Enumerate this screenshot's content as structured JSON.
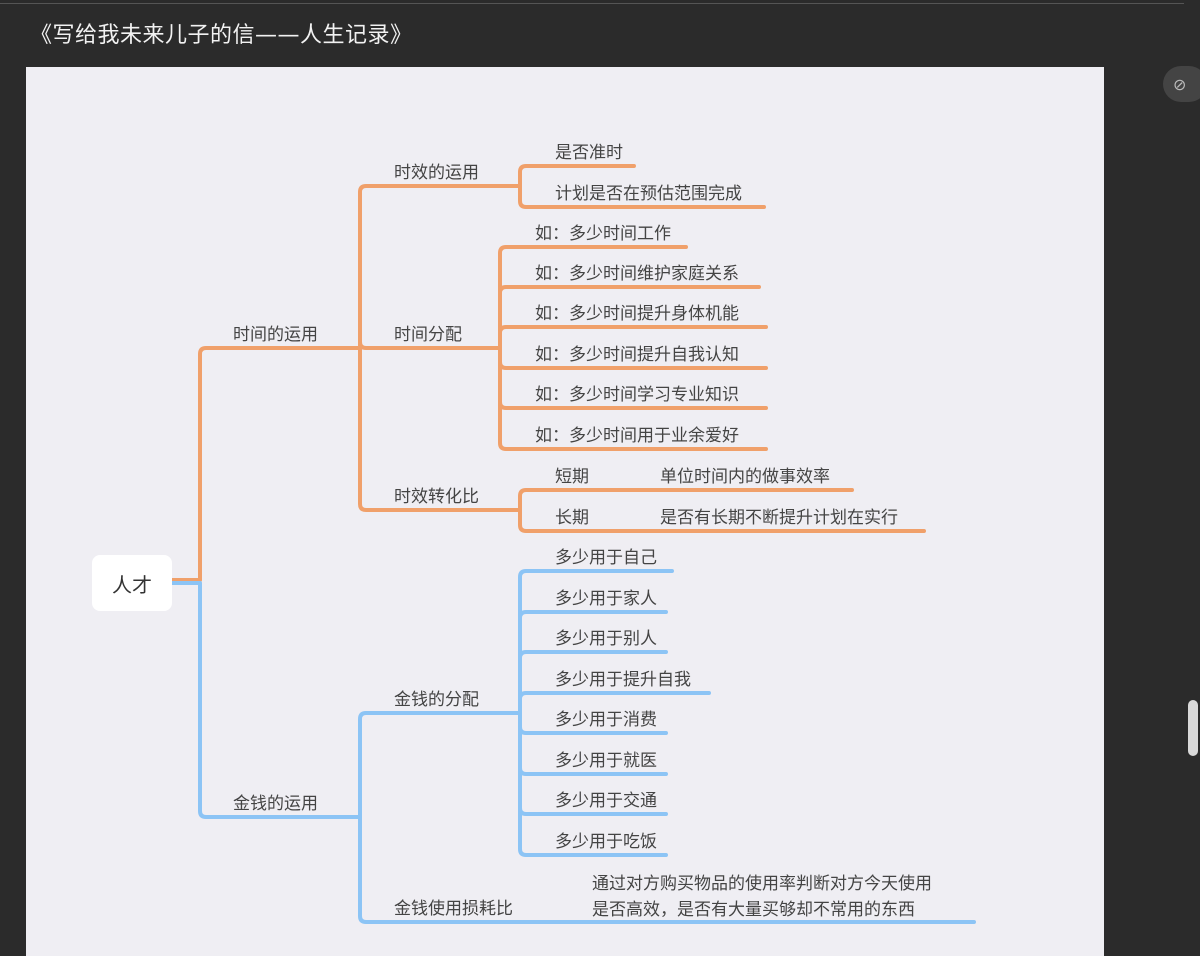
{
  "doc": {
    "title": "《写给我未来儿子的信——人生记录》"
  },
  "mindmap": {
    "root": "人才",
    "colors": {
      "time": "#f0a06a",
      "money": "#8cc4f5"
    },
    "time": {
      "label": "时间的运用",
      "effect": {
        "label": "时效的运用",
        "items": [
          "是否准时",
          "计划是否在预估范围完成"
        ]
      },
      "allocation": {
        "label": "时间分配",
        "items": [
          "如：多少时间工作",
          "如：多少时间维护家庭关系",
          "如：多少时间提升身体机能",
          "如：多少时间提升自我认知",
          "如：多少时间学习专业知识",
          "如：多少时间用于业余爱好"
        ]
      },
      "conversion": {
        "label": "时效转化比",
        "items": [
          {
            "term": "短期",
            "desc": "单位时间内的做事效率"
          },
          {
            "term": "长期",
            "desc": "是否有长期不断提升计划在实行"
          }
        ]
      }
    },
    "money": {
      "label": "金钱的运用",
      "allocation": {
        "label": "金钱的分配",
        "items": [
          "多少用于自己",
          "多少用于家人",
          "多少用于别人",
          "多少用于提升自我",
          "多少用于消费",
          "多少用于就医",
          "多少用于交通",
          "多少用于吃饭"
        ]
      },
      "loss": {
        "label": "金钱使用损耗比",
        "note_lines": [
          "通过对方购买物品的使用率判断对方今天使用",
          "是否高效，是否有大量买够却不常用的东西"
        ]
      }
    }
  }
}
